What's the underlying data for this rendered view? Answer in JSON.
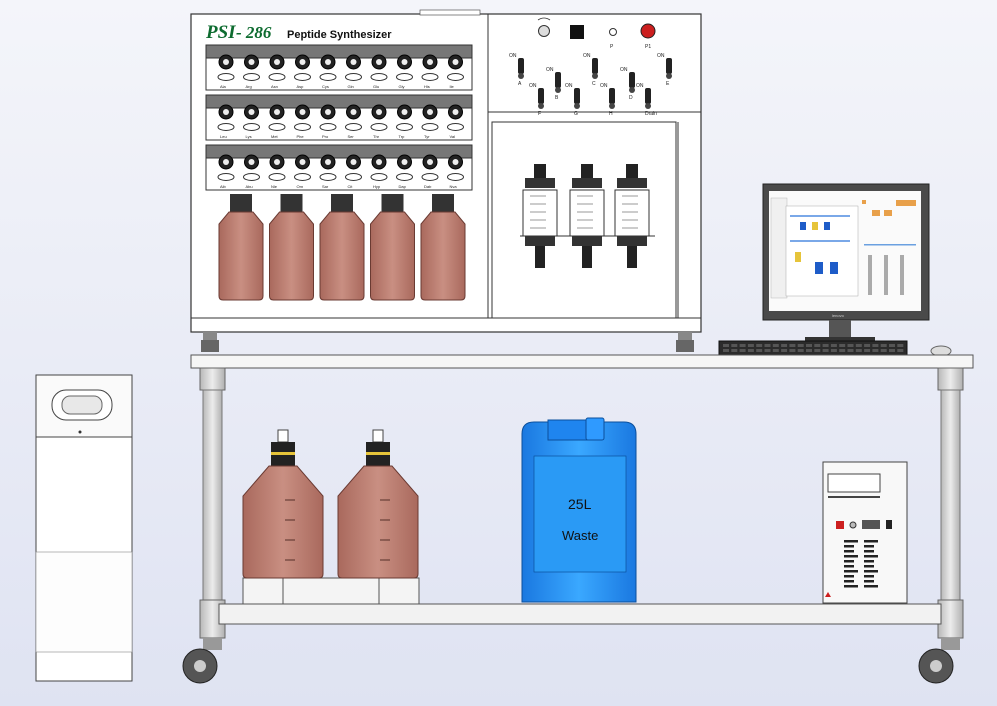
{
  "synthesizer": {
    "brand": "PSI",
    "model": "- 286",
    "name": "Peptide Synthesizer"
  },
  "rack_labels": {
    "row1": [
      "Ala",
      "Arg",
      "Asn",
      "Asp",
      "Cys",
      "Gln",
      "Glu",
      "Gly",
      "His",
      "Ile"
    ],
    "row2": [
      "Leu",
      "Lys",
      "Met",
      "Phe",
      "Pro",
      "Ser",
      "Thr",
      "Trp",
      "Tyr",
      "Val"
    ],
    "row3": [
      "Aib",
      "Abu",
      "Nle",
      "Orn",
      "Sar",
      "Cit",
      "Hyp",
      "Dap",
      "Dab",
      "Nva"
    ]
  },
  "valves": [
    {
      "state": "ON",
      "label": "A"
    },
    {
      "state": "ON",
      "label": "B"
    },
    {
      "state": "ON",
      "label": "C"
    },
    {
      "state": "ON",
      "label": "D"
    },
    {
      "state": "ON",
      "label": "E"
    },
    {
      "state": "ON",
      "label": "F"
    },
    {
      "state": "ON",
      "label": "G"
    },
    {
      "state": "ON",
      "label": "H"
    },
    {
      "state": "ON",
      "label": "Drain"
    }
  ],
  "power_labels": {
    "p": "P",
    "p1": "P1"
  },
  "waste": {
    "volume": "25L",
    "label": "Waste"
  },
  "monitor": {
    "brand": "lenovo"
  },
  "colors": {
    "background": "#eef0f8",
    "bottle_amber": "#bf8478",
    "waste_blue": "#1e90ff",
    "power_button": "#cc1f1f",
    "screen_accent": "#e8a04a"
  }
}
